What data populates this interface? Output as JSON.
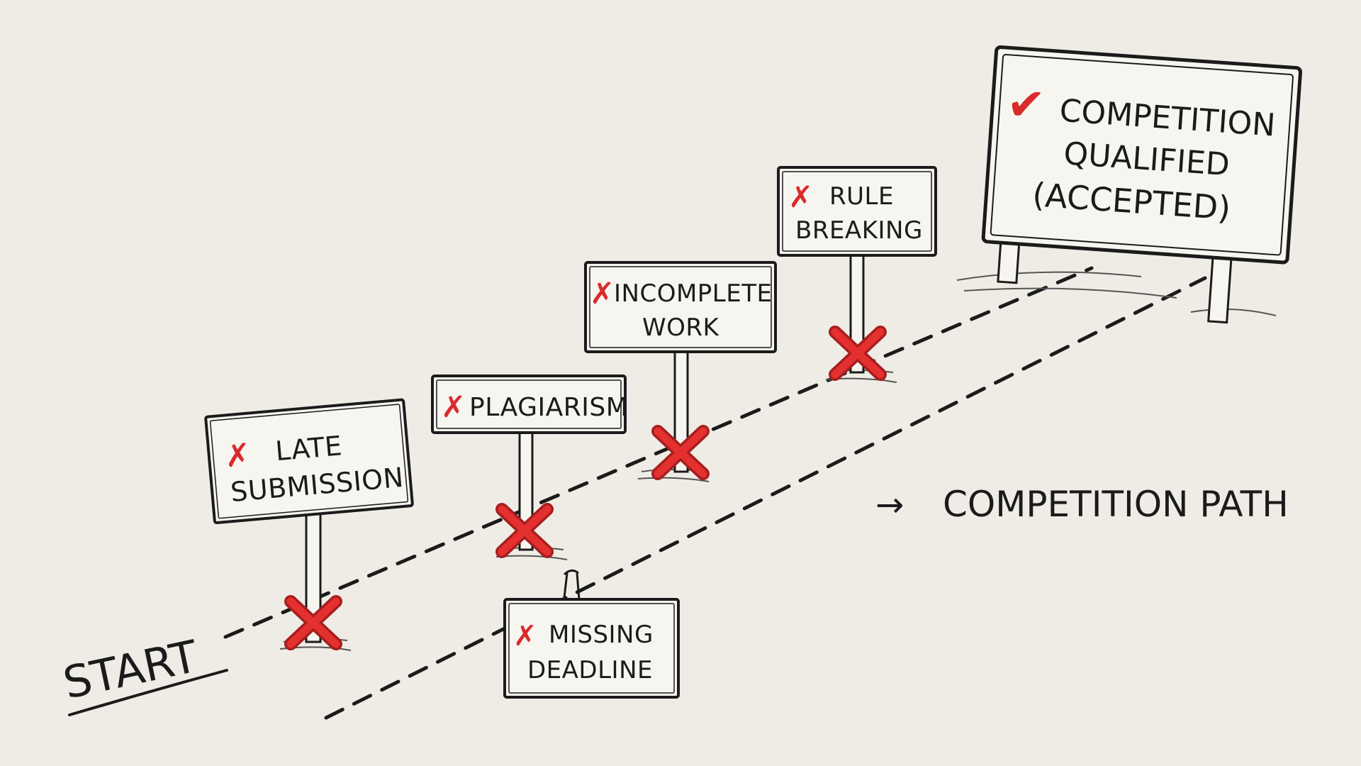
{
  "start_label": "START",
  "path_legend": {
    "arrow": "→",
    "label": "COMPETITION PATH"
  },
  "goal_sign": {
    "check": "✔",
    "lines": [
      "COMPETITION",
      "QUALIFIED",
      "(ACCEPTED)"
    ]
  },
  "obstacles": [
    {
      "mark": "✗",
      "lines": [
        "LATE",
        "SUBMISSION"
      ]
    },
    {
      "mark": "✗",
      "lines": [
        "PLAGIARISM"
      ]
    },
    {
      "mark": "✗",
      "lines": [
        "INCOMPLETE",
        "WORK"
      ]
    },
    {
      "mark": "✗",
      "lines": [
        "RULE",
        "BREAKING"
      ]
    },
    {
      "mark": "✗",
      "lines": [
        "MISSING",
        "DEADLINE"
      ]
    }
  ],
  "colors": {
    "ink": "#1b1b1b",
    "paper": "#efece6",
    "sign_fill": "#f7f5f0",
    "red_mark": "#d92b2b"
  }
}
